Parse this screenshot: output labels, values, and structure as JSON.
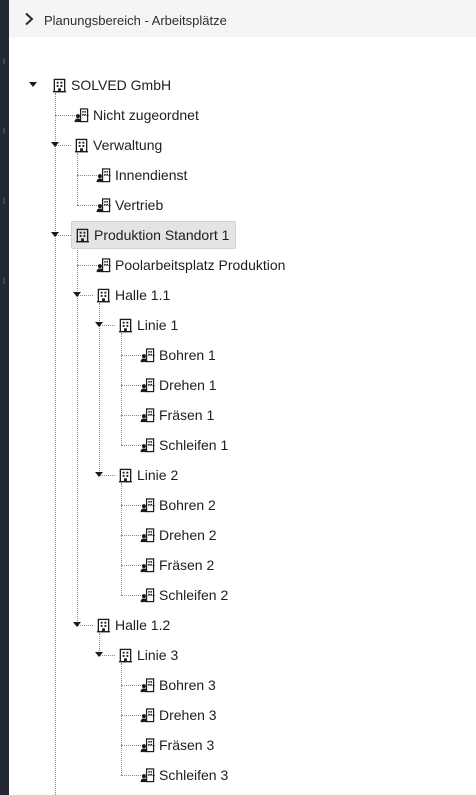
{
  "header": {
    "title": "Planungsbereich - Arbeitsplätze"
  },
  "tree": [
    {
      "label": "SOLVED GmbH",
      "icon": "building-icon",
      "level": 0,
      "expanded": true
    },
    {
      "label": "Nicht zugeordnet",
      "icon": "workstation-icon",
      "level": 1
    },
    {
      "label": "Verwaltung",
      "icon": "building-icon",
      "level": 1,
      "expanded": true
    },
    {
      "label": "Innendienst",
      "icon": "workstation-icon",
      "level": 2
    },
    {
      "label": "Vertrieb",
      "icon": "workstation-icon",
      "level": 2
    },
    {
      "label": "Produktion Standort 1",
      "icon": "building-icon",
      "level": 1,
      "expanded": true,
      "selected": true
    },
    {
      "label": "Poolarbeitsplatz Produktion",
      "icon": "workstation-icon",
      "level": 2
    },
    {
      "label": "Halle 1.1",
      "icon": "building-icon",
      "level": 2,
      "expanded": true
    },
    {
      "label": "Linie 1",
      "icon": "building-icon",
      "level": 3,
      "expanded": true
    },
    {
      "label": "Bohren 1",
      "icon": "workstation-icon",
      "level": 4
    },
    {
      "label": "Drehen 1",
      "icon": "workstation-icon",
      "level": 4
    },
    {
      "label": "Fräsen 1",
      "icon": "workstation-icon",
      "level": 4
    },
    {
      "label": "Schleifen 1",
      "icon": "workstation-icon",
      "level": 4
    },
    {
      "label": "Linie 2",
      "icon": "building-icon",
      "level": 3,
      "expanded": true
    },
    {
      "label": "Bohren 2",
      "icon": "workstation-icon",
      "level": 4
    },
    {
      "label": "Drehen 2",
      "icon": "workstation-icon",
      "level": 4
    },
    {
      "label": "Fräsen 2",
      "icon": "workstation-icon",
      "level": 4
    },
    {
      "label": "Schleifen 2",
      "icon": "workstation-icon",
      "level": 4
    },
    {
      "label": "Halle 1.2",
      "icon": "building-icon",
      "level": 2,
      "expanded": true
    },
    {
      "label": "Linie 3",
      "icon": "building-icon",
      "level": 3,
      "expanded": true
    },
    {
      "label": "Bohren 3",
      "icon": "workstation-icon",
      "level": 4
    },
    {
      "label": "Drehen 3",
      "icon": "workstation-icon",
      "level": 4
    },
    {
      "label": "Fräsen 3",
      "icon": "workstation-icon",
      "level": 4
    },
    {
      "label": "Schleifen 3",
      "icon": "workstation-icon",
      "level": 4
    }
  ]
}
